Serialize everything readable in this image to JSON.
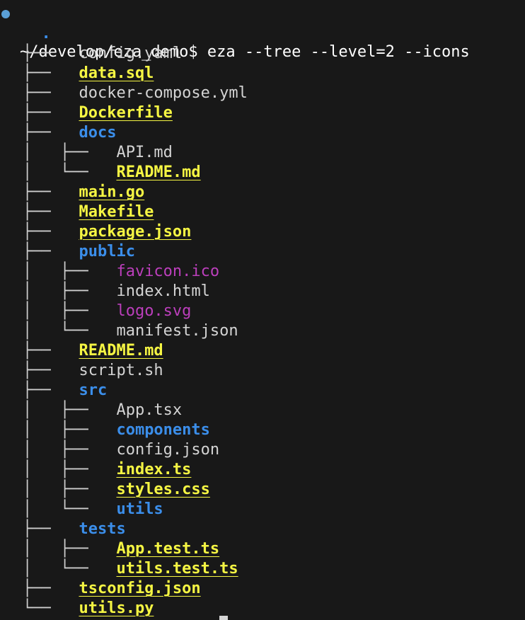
{
  "prompt": {
    "path": "~/develop/eza_demo$",
    "command": "eza --tree --level=2 --icons"
  },
  "tree": [
    {
      "prefix": "",
      "icon": "",
      "name": ".",
      "type": "root",
      "icon_name": "folder-icon"
    },
    {
      "prefix": "├── ",
      "icon": "",
      "name": "config.yaml",
      "type": "plain",
      "icon_name": "file-icon"
    },
    {
      "prefix": "├── ",
      "icon": "",
      "name": "data.sql",
      "type": "yellow",
      "icon_name": "database-icon"
    },
    {
      "prefix": "├── ",
      "icon": "",
      "name": "docker-compose.yml",
      "type": "plain",
      "icon_name": "file-icon"
    },
    {
      "prefix": "├── ",
      "icon": "",
      "name": "Dockerfile",
      "type": "yellow",
      "icon_name": "docker-icon"
    },
    {
      "prefix": "├── ",
      "icon": "",
      "name": "docs",
      "type": "dir",
      "icon_name": "folder-icon"
    },
    {
      "prefix": "│   ├── ",
      "icon": "",
      "name": "API.md",
      "type": "plain",
      "icon_name": "markdown-icon"
    },
    {
      "prefix": "│   └── ",
      "icon": "",
      "name": "README.md",
      "type": "yellow",
      "icon_name": "markdown-icon"
    },
    {
      "prefix": "├── ",
      "icon": "",
      "name": "main.go",
      "type": "yellow",
      "icon_name": "go-icon"
    },
    {
      "prefix": "├── ",
      "icon": "",
      "name": "Makefile",
      "type": "yellow",
      "icon_name": "makefile-icon"
    },
    {
      "prefix": "├── ",
      "icon": "",
      "name": "package.json",
      "type": "yellow",
      "icon_name": "npm-icon"
    },
    {
      "prefix": "├── ",
      "icon": "",
      "name": "public",
      "type": "dir",
      "icon_name": "folder-icon"
    },
    {
      "prefix": "│   ├── ",
      "icon": "",
      "name": "favicon.ico",
      "type": "media",
      "icon_name": "image-icon"
    },
    {
      "prefix": "│   ├── ",
      "icon": "",
      "name": "index.html",
      "type": "plain",
      "icon_name": "html-icon"
    },
    {
      "prefix": "│   ├── ",
      "icon": "",
      "name": "logo.svg",
      "type": "media",
      "icon_name": "image-icon"
    },
    {
      "prefix": "│   └── ",
      "icon": "",
      "name": "manifest.json",
      "type": "plain",
      "icon_name": "json-icon"
    },
    {
      "prefix": "├── ",
      "icon": "",
      "name": "README.md",
      "type": "yellow",
      "icon_name": "markdown-icon"
    },
    {
      "prefix": "├── ",
      "icon": "",
      "name": "script.sh",
      "type": "plain",
      "icon_name": "shell-icon"
    },
    {
      "prefix": "├── ",
      "icon": "",
      "name": "src",
      "type": "dir",
      "icon_name": "folder-icon"
    },
    {
      "prefix": "│   ├── ",
      "icon": "",
      "name": "App.tsx",
      "type": "plain",
      "icon_name": "react-icon"
    },
    {
      "prefix": "│   ├── ",
      "icon": "",
      "name": "components",
      "type": "dir",
      "icon_name": "folder-icon"
    },
    {
      "prefix": "│   ├── ",
      "icon": "",
      "name": "config.json",
      "type": "plain",
      "icon_name": "json-icon"
    },
    {
      "prefix": "│   ├── ",
      "icon": "",
      "name": "index.ts",
      "type": "yellow",
      "icon_name": "typescript-icon"
    },
    {
      "prefix": "│   ├── ",
      "icon": "",
      "name": "styles.css",
      "type": "yellow",
      "icon_name": "css-icon"
    },
    {
      "prefix": "│   └── ",
      "icon": "",
      "name": "utils",
      "type": "dir",
      "icon_name": "folder-icon"
    },
    {
      "prefix": "├── ",
      "icon": "",
      "name": "tests",
      "type": "dir",
      "icon_name": "folder-icon"
    },
    {
      "prefix": "│   ├── ",
      "icon": "",
      "name": "App.test.ts",
      "type": "yellow",
      "icon_name": "typescript-icon"
    },
    {
      "prefix": "│   └── ",
      "icon": "",
      "name": "utils.test.ts",
      "type": "yellow",
      "icon_name": "typescript-icon"
    },
    {
      "prefix": "├── ",
      "icon": "",
      "name": "tsconfig.json",
      "type": "yellow",
      "icon_name": "json-icon"
    },
    {
      "prefix": "└── ",
      "icon": "",
      "name": "utils.py",
      "type": "yellow",
      "icon_name": "python-icon"
    }
  ],
  "colors": {
    "background": "#181818",
    "plain": "#d4d4d4",
    "yellow": "#f5f543",
    "dir": "#3b8eea",
    "media": "#bc3fbc",
    "prompt_dot": "#5a9fd6"
  }
}
